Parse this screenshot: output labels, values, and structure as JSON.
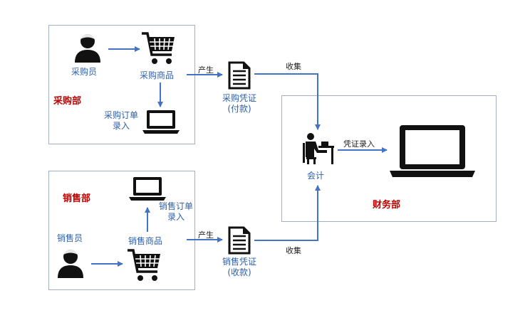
{
  "departments": {
    "purchase": "采购部",
    "sales": "销售部",
    "finance": "财务部"
  },
  "nodes": {
    "purchaser": "采购员",
    "purchase_goods": "采购商品",
    "purchase_order_entry_1": "采购订单",
    "purchase_order_entry_2": "录入",
    "purchase_voucher_1": "采购凭证",
    "purchase_voucher_2": "(付款)",
    "salesperson": "销售员",
    "sales_goods": "销售商品",
    "sales_order_entry_1": "销售订单",
    "sales_order_entry_2": "录入",
    "sales_voucher_1": "销售凭证",
    "sales_voucher_2": "(收款)",
    "accountant": "会计"
  },
  "edges": {
    "produce_top": "产生",
    "collect_top": "收集",
    "voucher_entry": "凭证录入",
    "produce_bottom": "产生",
    "collect_bottom": "收集"
  },
  "colors": {
    "arrow": "#4472c4",
    "label": "#2e5fa8",
    "department": "#c00000",
    "icon": "#111111"
  }
}
